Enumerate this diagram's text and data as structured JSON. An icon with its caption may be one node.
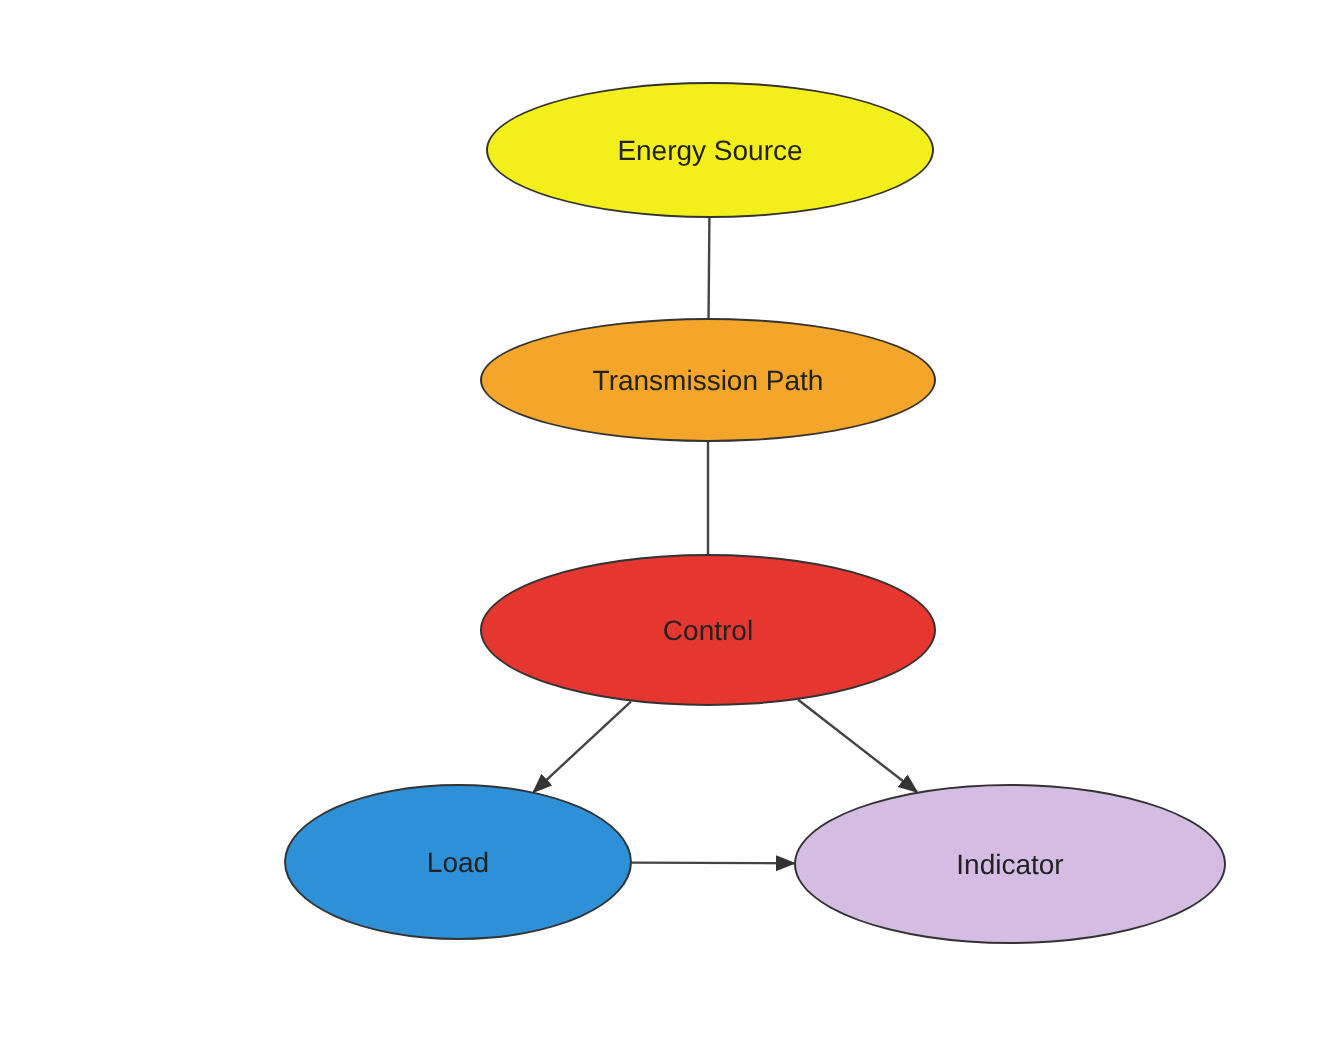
{
  "diagram": {
    "nodes": [
      {
        "text": [
          "Energy Source"
        ]
      },
      {
        "text": [
          "Transmission Path"
        ]
      },
      {
        "text": [
          "Control"
        ]
      },
      {
        "text": [
          "Load"
        ]
      },
      {
        "text": [
          "Indicator"
        ]
      }
    ],
    "edges": [
      {
        "from": 0,
        "to": 1,
        "arrow": "none"
      },
      {
        "from": 1,
        "to": 2,
        "arrow": "none"
      },
      {
        "from": 2,
        "to": 3,
        "arrow": "to"
      },
      {
        "from": 2,
        "to": 4,
        "arrow": "to"
      },
      {
        "from": 3,
        "to": 4,
        "arrow": "to"
      }
    ]
  }
}
